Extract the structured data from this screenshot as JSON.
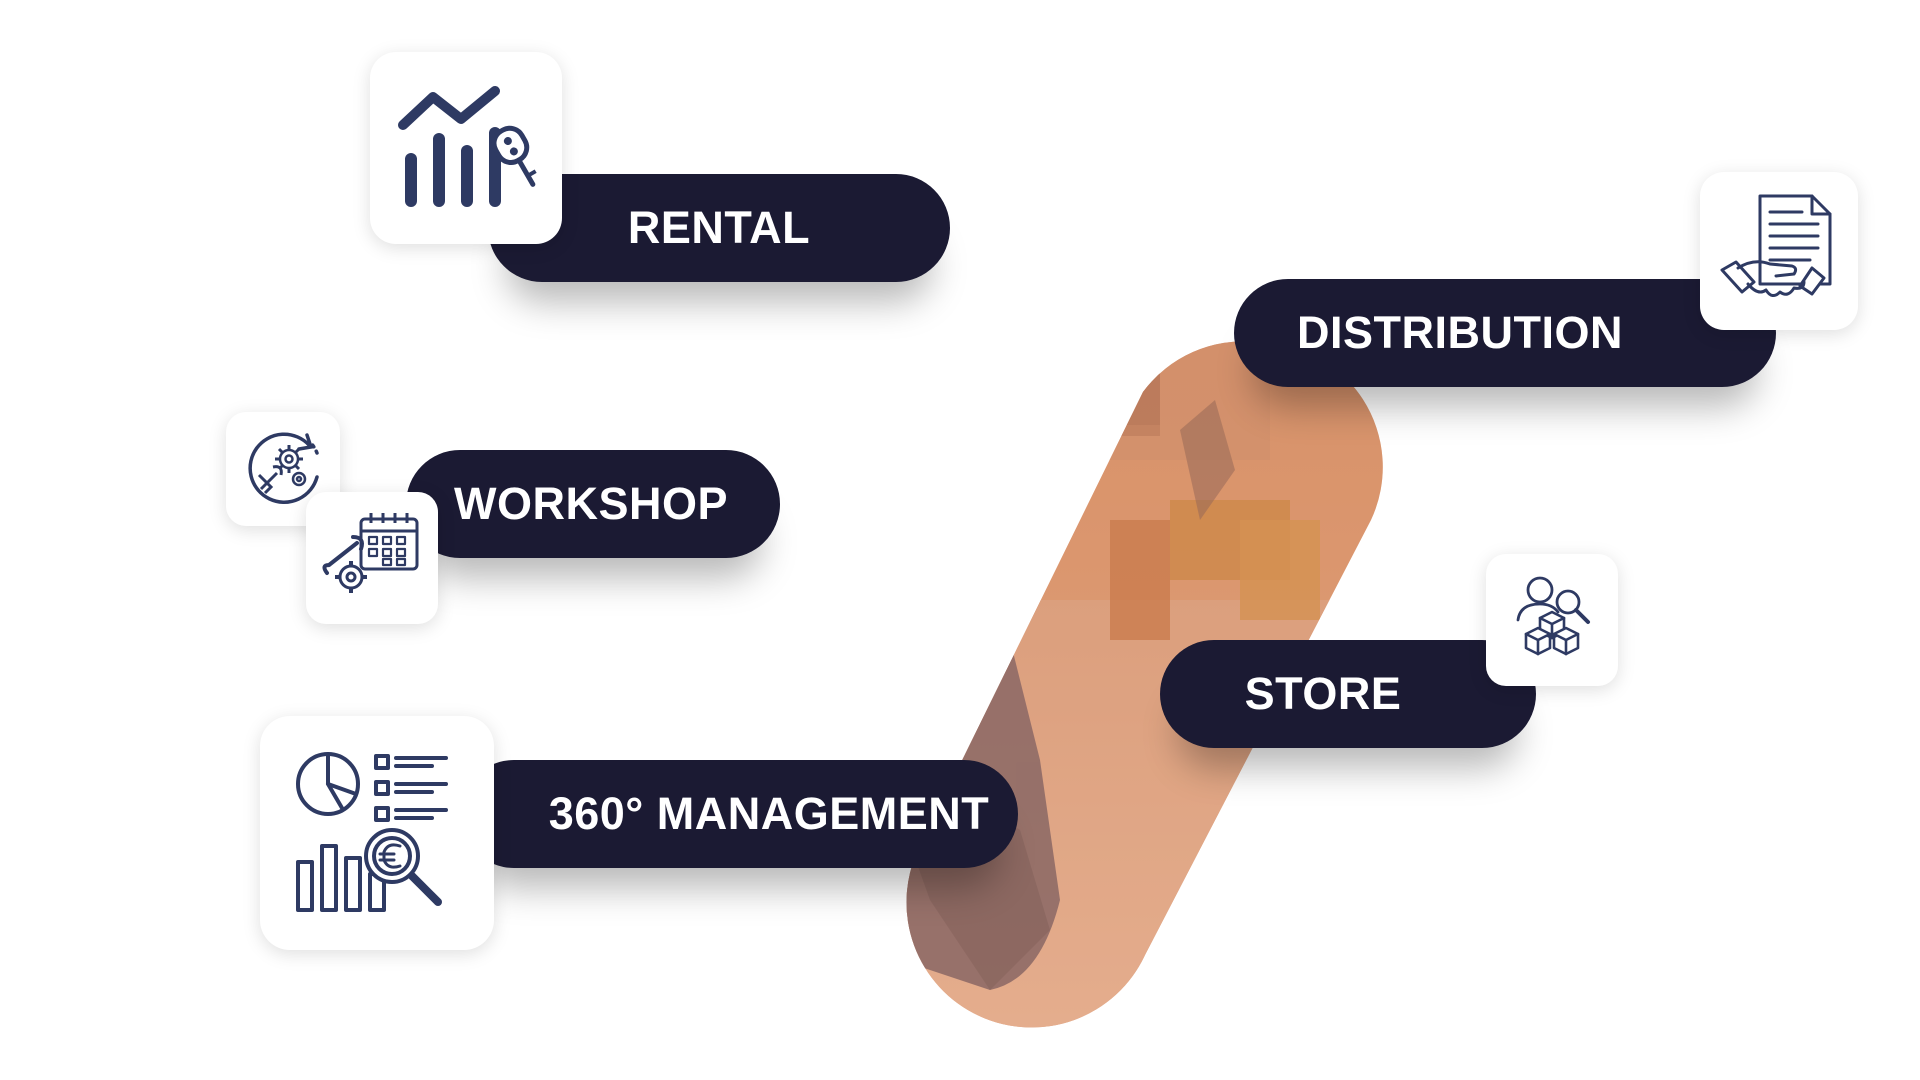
{
  "labels": {
    "rental": "RENTAL",
    "workshop": "WORKSHOP",
    "management": "360° MANAGEMENT",
    "distribution": "DISTRIBUTION",
    "store": "STORE"
  },
  "icons": {
    "rental": "bar-chart-with-car-key-icon",
    "workshop_a": "cycle-gears-wrench-icon",
    "workshop_b": "calendar-wrench-gear-icon",
    "management": "pie-chart-list-euro-magnifier-icon",
    "distribution": "document-handshake-icon",
    "store": "person-boxes-magnifier-icon"
  },
  "colors": {
    "pill_background": "#1b1a33",
    "pill_text": "#ffffff",
    "icon_stroke": "#2e3a63",
    "photo_tint": "#d9936b"
  }
}
